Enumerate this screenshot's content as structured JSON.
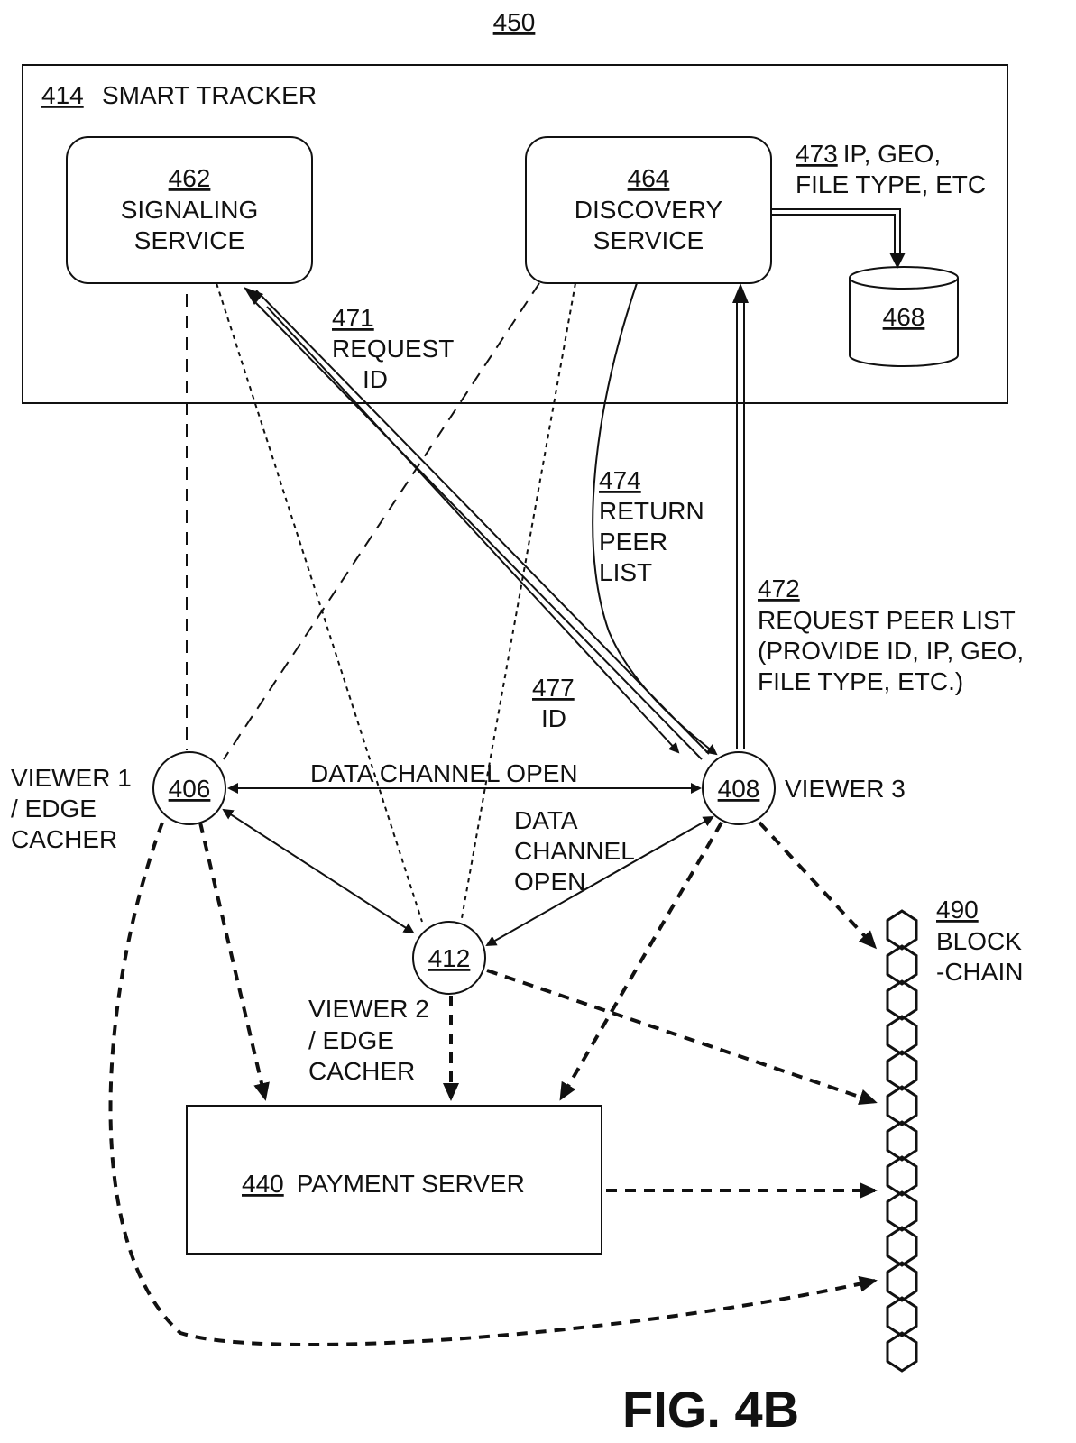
{
  "figure": {
    "number": "450",
    "caption": "FIG. 4B"
  },
  "tracker": {
    "ref": "414",
    "label": "SMART TRACKER",
    "signaling": {
      "ref": "462",
      "line1": "SIGNALING",
      "line2": "SERVICE"
    },
    "discovery": {
      "ref": "464",
      "line1": "DISCOVERY",
      "line2": "SERVICE"
    },
    "database": {
      "ref": "468"
    },
    "db_note": {
      "ref": "473",
      "line1": "IP, GEO,",
      "line2": "FILE TYPE, ETC"
    }
  },
  "nodes": {
    "viewer1": {
      "ref": "406",
      "line1": "VIEWER 1",
      "line2": "/ EDGE",
      "line3": "CACHER"
    },
    "viewer2": {
      "ref": "412",
      "line1": "VIEWER 2",
      "line2": "/ EDGE",
      "line3": "CACHER"
    },
    "viewer3": {
      "ref": "408",
      "label": "VIEWER 3"
    }
  },
  "payment": {
    "ref": "440",
    "label": "PAYMENT SERVER"
  },
  "blockchain": {
    "ref": "490",
    "line1": "BLOCK",
    "line2": "-CHAIN"
  },
  "messages": {
    "request_id": {
      "ref": "471",
      "line1": "REQUEST",
      "line2": "ID"
    },
    "request_peer_list": {
      "ref": "472",
      "line1": "REQUEST PEER LIST",
      "line2": "(PROVIDE ID, IP, GEO,",
      "line3": "FILE TYPE, ETC.)"
    },
    "return_peer_list": {
      "ref": "474",
      "line1": "RETURN",
      "line2": "PEER",
      "line3": "LIST"
    },
    "id": {
      "ref": "477",
      "line1": "ID"
    },
    "data_channel_1": {
      "line1": "DATA CHANNEL OPEN"
    },
    "data_channel_2": {
      "line1": "DATA",
      "line2": "CHANNEL",
      "line3": "OPEN"
    }
  }
}
